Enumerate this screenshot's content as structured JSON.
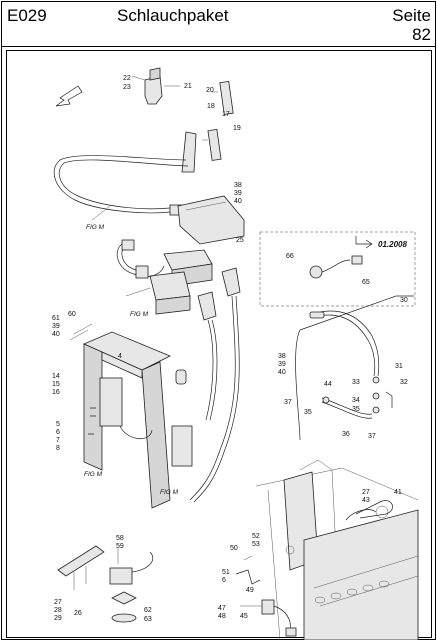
{
  "header": {
    "code": "E029",
    "title": "Schlauchpaket",
    "page_word": "Seite",
    "page_number": "82"
  },
  "figure": {
    "date_note": "01.2008",
    "fig_ref": "FIG M",
    "labels": {
      "l22": "22",
      "l23": "23",
      "l21": "21",
      "l20": "20",
      "l18": "18",
      "l17": "17",
      "l19": "19",
      "l38a": "38",
      "l39a": "39",
      "l40a": "40",
      "l25": "25",
      "l66": "66",
      "l65": "65",
      "l30": "30",
      "l61": "61",
      "l39b": "39",
      "l40b": "40",
      "l60": "60",
      "l4": "4",
      "l14": "14",
      "l15": "15",
      "l16": "16",
      "l5": "5",
      "l6": "6",
      "l7": "7",
      "l8": "8",
      "l38b": "38",
      "l39c": "39",
      "l40c": "40",
      "l31": "31",
      "l32": "32",
      "l37a": "37",
      "l44": "44",
      "l33": "33",
      "l34": "34",
      "l35a": "35",
      "l35b": "35",
      "l36": "36",
      "l37b": "37",
      "l27a": "27",
      "l43": "43",
      "l41": "41",
      "l58": "58",
      "l59": "59",
      "l52": "52",
      "l53": "53",
      "l50": "50",
      "l51": "51",
      "l6b": "6",
      "l49": "49",
      "l27b": "27",
      "l28": "28",
      "l29": "29",
      "l26": "26",
      "l62": "62",
      "l63": "63",
      "l47": "47",
      "l48": "48",
      "l45": "45"
    }
  }
}
